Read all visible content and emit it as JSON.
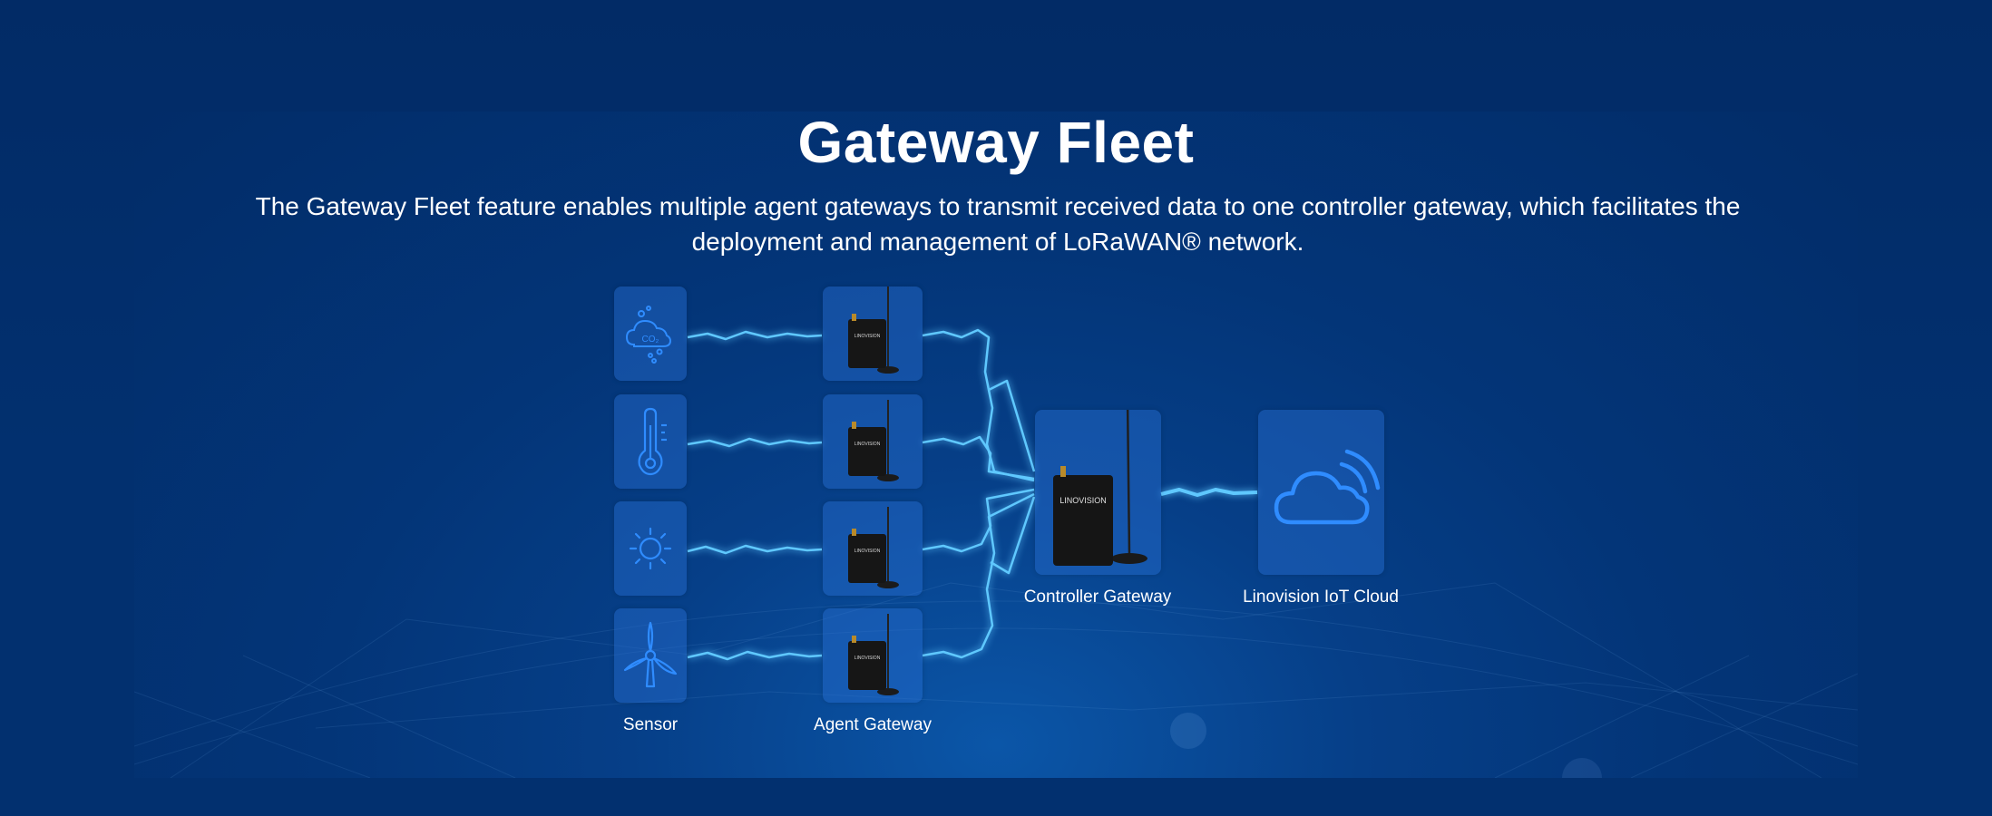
{
  "header": {
    "title": "Gateway Fleet",
    "description_line1": "The Gateway Fleet feature enables multiple agent gateways to transmit received data to one controller gateway, which facilitates the",
    "description_line2": "deployment and management of LoRaWAN® network."
  },
  "diagram": {
    "sensors": [
      {
        "icon": "co2-cloud-icon"
      },
      {
        "icon": "thermometer-icon"
      },
      {
        "icon": "sun-icon"
      },
      {
        "icon": "wind-turbine-icon"
      }
    ],
    "sensor_label": "Sensor",
    "agent_gateway_label": "Agent Gateway",
    "agent_gateway_brand": "LINOVISION",
    "controller_gateway_label": "Controller Gateway",
    "controller_gateway_brand": "LINOVISION",
    "cloud_label": "Linovision IoT Cloud",
    "co2_text": "CO₂"
  },
  "colors": {
    "background": "#022d6b",
    "tile": "#2a6ed2",
    "icon_stroke": "#2f8cff",
    "lightning": "#5fc8ff"
  }
}
